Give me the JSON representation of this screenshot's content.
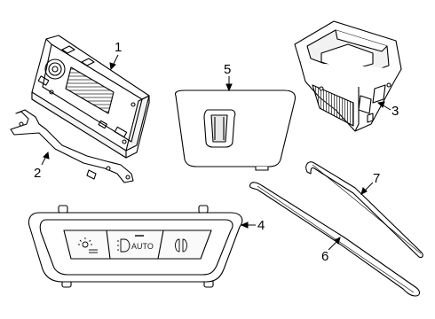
{
  "diagram": {
    "parts": [
      {
        "id": "1",
        "label": "1"
      },
      {
        "id": "2",
        "label": "2"
      },
      {
        "id": "3",
        "label": "3"
      },
      {
        "id": "4",
        "label": "4"
      },
      {
        "id": "5",
        "label": "5"
      },
      {
        "id": "6",
        "label": "6"
      },
      {
        "id": "7",
        "label": "7"
      }
    ],
    "switch_panel": {
      "auto_label": "AUTO"
    }
  }
}
